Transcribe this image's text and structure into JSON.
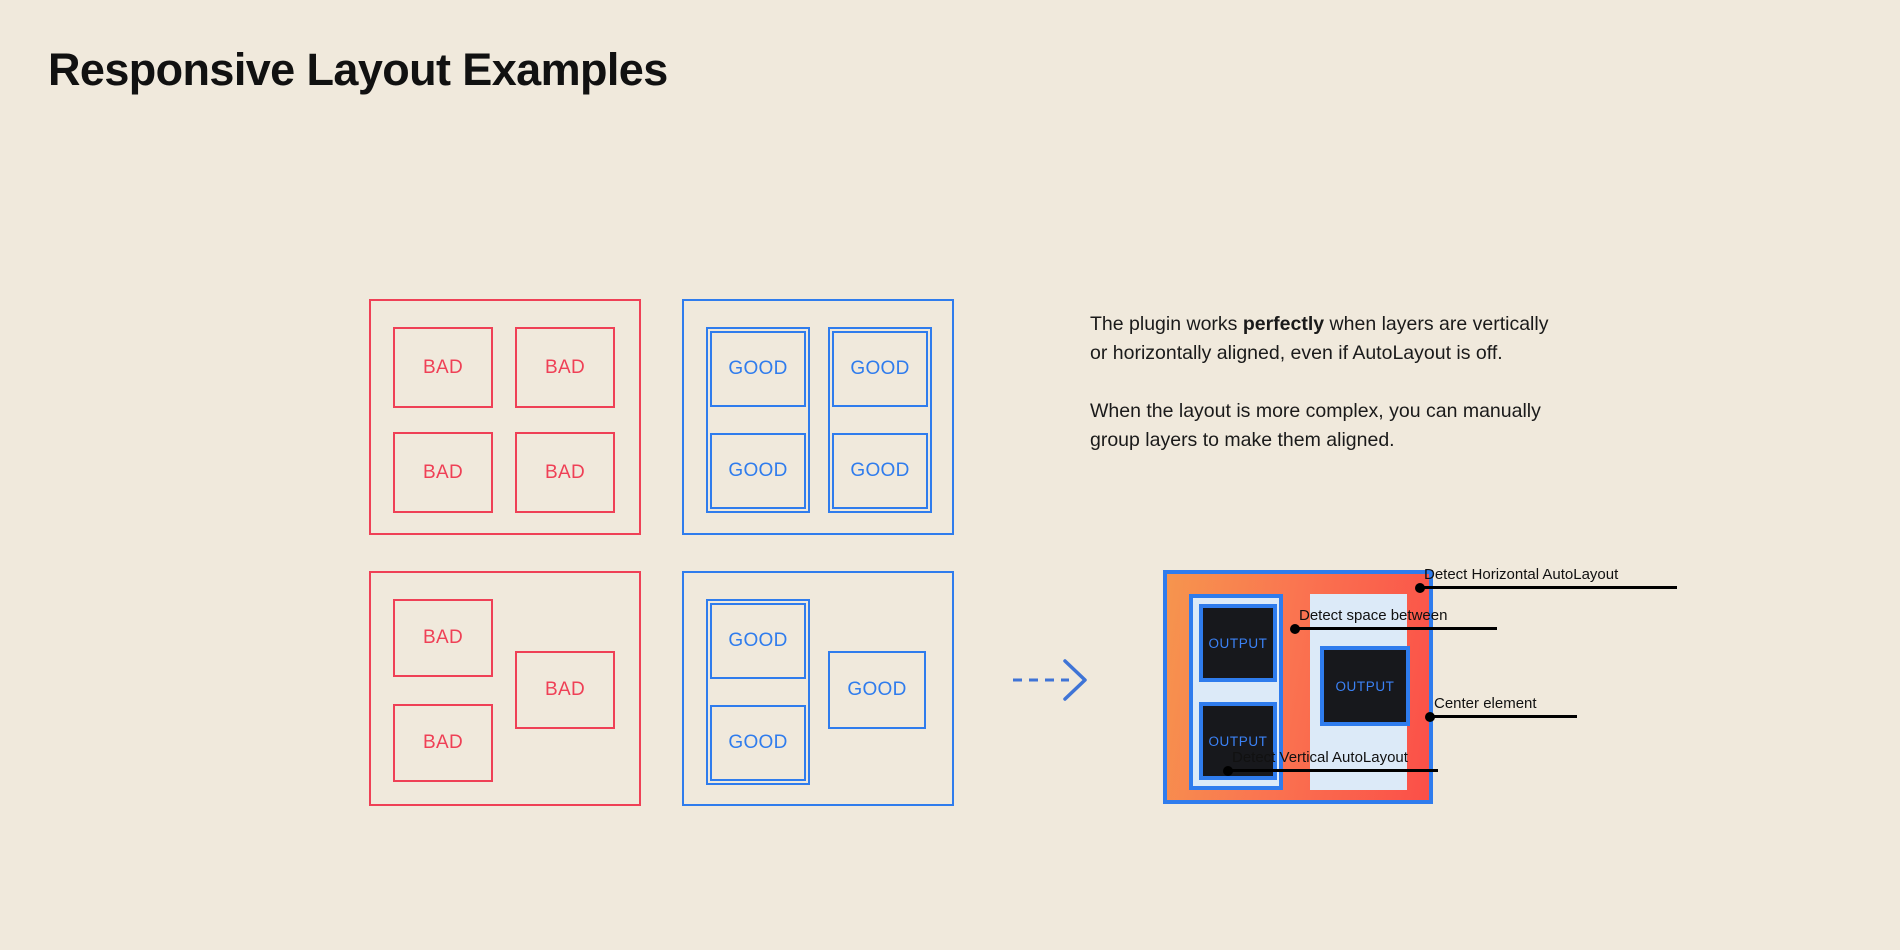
{
  "page": {
    "title": "Responsive Layout Examples",
    "background_color": "#f0e9dc",
    "accent_bad_color": "#ef4056",
    "accent_good_color": "#2f7ced",
    "text_color": "#111111"
  },
  "examples": {
    "panels": [
      {
        "id": "grid-aligned-bad",
        "kind": "bad",
        "boxes": [
          {
            "label": "BAD"
          },
          {
            "label": "BAD"
          },
          {
            "label": "BAD"
          },
          {
            "label": "BAD"
          }
        ]
      },
      {
        "id": "grid-aligned-good",
        "kind": "good",
        "boxes": [
          {
            "label": "GOOD"
          },
          {
            "label": "GOOD"
          },
          {
            "label": "GOOD"
          },
          {
            "label": "GOOD"
          }
        ]
      },
      {
        "id": "complex-layout-bad",
        "kind": "bad",
        "boxes": [
          {
            "label": "BAD"
          },
          {
            "label": "BAD"
          },
          {
            "label": "BAD"
          }
        ]
      },
      {
        "id": "complex-layout-good",
        "kind": "good",
        "boxes": [
          {
            "label": "GOOD"
          },
          {
            "label": "GOOD"
          },
          {
            "label": "GOOD"
          }
        ]
      }
    ]
  },
  "flow": {
    "arrow_icon": "arrow-right-dashed-icon",
    "arrow_color": "#2f7ced"
  },
  "description": {
    "paragraph_1_part_1": "The plugin works ",
    "paragraph_1_emphasis": "perfectly",
    "paragraph_1_part_2": " when layers are vertically or horizontally aligned, even if AutoLayout is off.",
    "paragraph_2": "When the layout is more complex, you can manually group layers to make them aligned."
  },
  "detection": {
    "fill_gradient_from": "#f6954e",
    "fill_gradient_to": "#fb4f48",
    "border_color": "#2f7ced",
    "panel_color": "#dceaf8",
    "output_box_color": "#17181c",
    "output_text_color": "#3b82f6",
    "outputs": [
      {
        "label": "OUTPUT"
      },
      {
        "label": "OUTPUT"
      },
      {
        "label": "OUTPUT"
      }
    ],
    "annotations": [
      {
        "label": "Detect Horizontal AutoLayout"
      },
      {
        "label": "Detect space between"
      },
      {
        "label": "Center element"
      },
      {
        "label": "Detect Vertical AutoLayout"
      }
    ]
  }
}
